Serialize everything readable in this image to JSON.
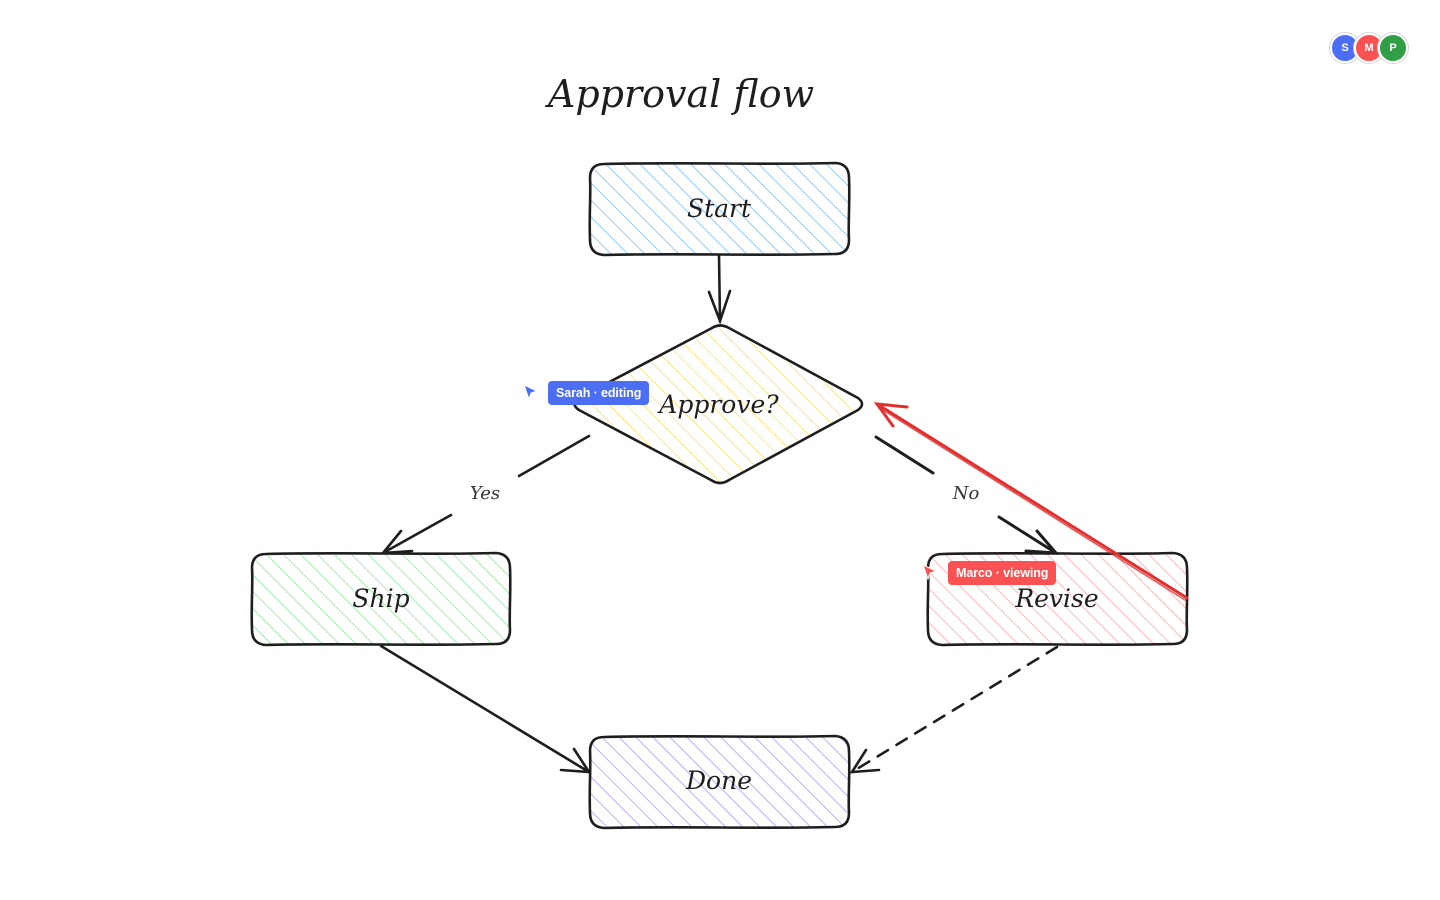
{
  "title": "Approval flow",
  "nodes": {
    "start": {
      "label": "Start",
      "fill": "#a5d8ff"
    },
    "approve": {
      "label": "Approve?",
      "fill": "#ffec99"
    },
    "ship": {
      "label": "Ship",
      "fill": "#b2f2bb"
    },
    "revise": {
      "label": "Revise",
      "fill": "#ffc9c9"
    },
    "done": {
      "label": "Done",
      "fill": "#d0bfff"
    }
  },
  "edges": {
    "yes_label": "Yes",
    "no_label": "No"
  },
  "collaborators": [
    {
      "initial": "S",
      "color": "#4c6ef5"
    },
    {
      "initial": "M",
      "color": "#fa5252"
    },
    {
      "initial": "P",
      "color": "#2f9e44"
    }
  ],
  "cursors": {
    "sarah": {
      "label": "Sarah · editing",
      "color": "#4c6ef5"
    },
    "marco": {
      "label": "Marco · viewing",
      "color": "#fa5252"
    }
  },
  "colors": {
    "stroke": "#1e1e1e",
    "loop_arrow": "#e03131"
  }
}
